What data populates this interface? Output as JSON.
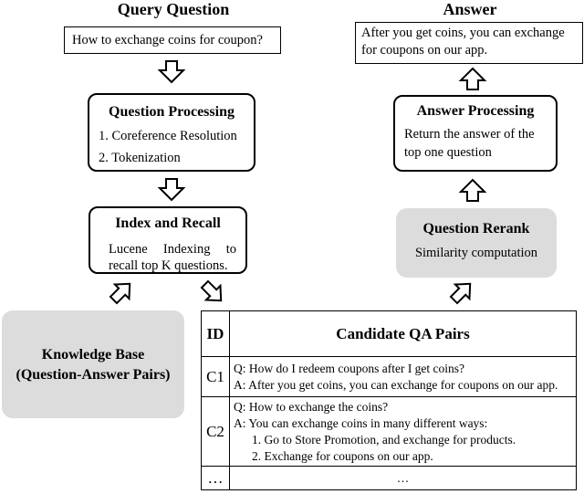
{
  "query": {
    "title": "Query Question",
    "text": "How to exchange coins for coupon?"
  },
  "question_processing": {
    "title": "Question Processing",
    "steps": [
      "1. Coreference Resolution",
      "2. Tokenization"
    ]
  },
  "index_recall": {
    "title": "Index and Recall",
    "line1": "Lucene Indexing to",
    "line2": "recall top K questions."
  },
  "knowledge_base": {
    "line1": "Knowledge Base",
    "line2": "(Question-Answer Pairs)"
  },
  "answer": {
    "title": "Answer",
    "line1": "After you get coins, you can exchange",
    "line2": "for coupons on our app."
  },
  "answer_processing": {
    "title": "Answer Processing",
    "line1": "Return the answer of the",
    "line2": "top one question"
  },
  "question_rerank": {
    "title": "Question Rerank",
    "text": "Similarity computation"
  },
  "qa_table": {
    "id_header": "ID",
    "header": "Candidate QA Pairs",
    "rows": [
      {
        "id": "C1",
        "lines": [
          "Q: How do I redeem coupons after I get coins?",
          "A:  After you get coins, you can exchange for coupons on our app."
        ]
      },
      {
        "id": "C2",
        "lines": [
          "Q: How to exchange the coins?",
          "A:  You can exchange coins in many different ways:",
          "1. Go to Store Promotion, and exchange for products.",
          "2. Exchange for coupons on our app."
        ]
      },
      {
        "id": "…",
        "lines": [
          "…"
        ]
      }
    ]
  }
}
